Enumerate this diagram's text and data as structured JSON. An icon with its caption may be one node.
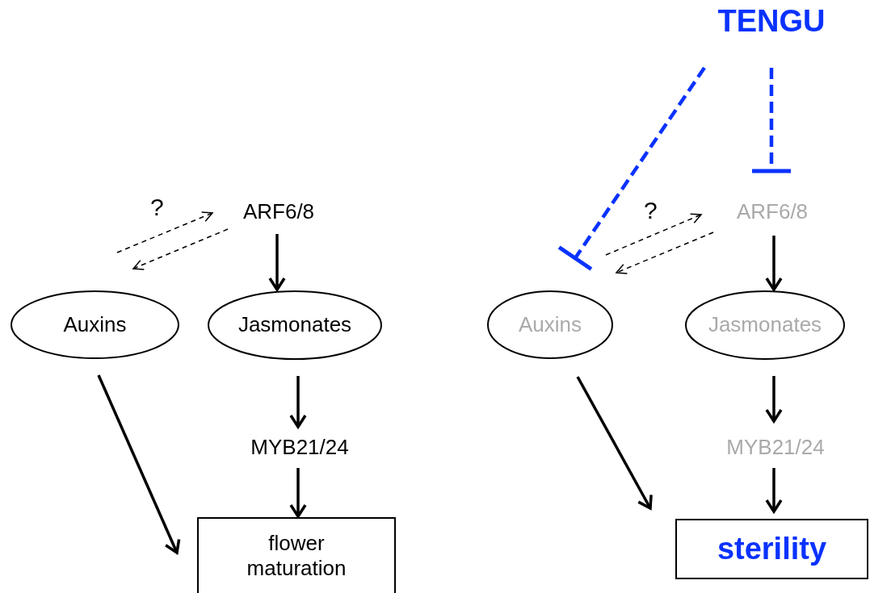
{
  "diagram": {
    "nodes": [
      {
        "text": [
          "ARF6/8"
        ]
      },
      {
        "text": [
          "Auxins"
        ]
      },
      {
        "text": [
          "Jasmonates"
        ]
      },
      {
        "text": [
          "MYB21/24"
        ]
      },
      {
        "text": [
          "flower maturation"
        ]
      },
      {
        "text": [
          "TENGU"
        ]
      },
      {
        "text": [
          "ARF6/8"
        ]
      },
      {
        "text": [
          "Auxins"
        ]
      },
      {
        "text": [
          "Jasmonates"
        ]
      },
      {
        "text": [
          "MYB21/24"
        ]
      },
      {
        "text": [
          "sterility"
        ]
      }
    ],
    "edges": [
      {
        "from": 1,
        "to": 0,
        "arrow": "to",
        "style": "dashed"
      },
      {
        "from": 0,
        "to": 1,
        "arrow": "to",
        "style": "dashed"
      },
      {
        "from": 0,
        "to": 2,
        "arrow": "to"
      },
      {
        "from": 2,
        "to": 3,
        "arrow": "to"
      },
      {
        "from": 3,
        "to": 4,
        "arrow": "to"
      },
      {
        "from": 1,
        "to": 4,
        "arrow": "to"
      },
      {
        "from": 5,
        "to": 7,
        "arrow": "other",
        "style": "dashed",
        "color": "#0a32ff"
      },
      {
        "from": 5,
        "to": 6,
        "arrow": "other",
        "style": "dashed",
        "color": "#0a32ff"
      },
      {
        "from": 7,
        "to": 6,
        "arrow": "to",
        "style": "dashed"
      },
      {
        "from": 6,
        "to": 7,
        "arrow": "to",
        "style": "dashed"
      },
      {
        "from": 6,
        "to": 8,
        "arrow": "to"
      },
      {
        "from": 8,
        "to": 9,
        "arrow": "to"
      },
      {
        "from": 9,
        "to": 10,
        "arrow": "to"
      },
      {
        "from": 7,
        "to": 10,
        "arrow": "to"
      }
    ],
    "labels": [
      "?",
      "?"
    ]
  }
}
